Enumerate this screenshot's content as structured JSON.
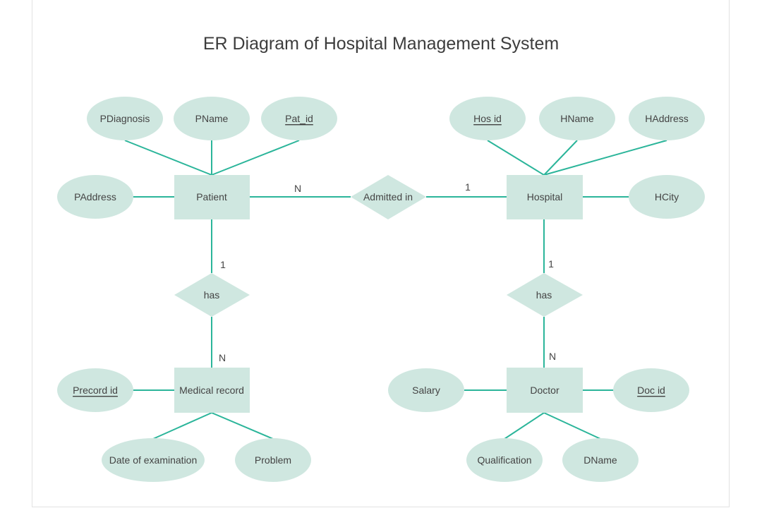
{
  "title": "ER Diagram of Hospital Management System",
  "colors": {
    "shape_fill": "#cfe7e0",
    "line": "#2bb59a",
    "text": "#444444"
  },
  "entities": {
    "patient": "Patient",
    "hospital": "Hospital",
    "medical_record": "Medical record",
    "doctor": "Doctor"
  },
  "relationships": {
    "admitted_in": "Admitted in",
    "patient_has": "has",
    "hospital_has": "has"
  },
  "attributes": {
    "pdiagnosis": "PDiagnosis",
    "pname": "PName",
    "pat_id": "Pat_id",
    "paddress": "PAddress",
    "hos_id": "Hos id",
    "hname": "HName",
    "haddress": "HAddress",
    "hcity": "HCity",
    "precord_id": "Precord id",
    "date_of_examination": "Date of examination",
    "problem": "Problem",
    "salary": "Salary",
    "doc_id": "Doc id",
    "qualification": "Qualification",
    "dname": "DName"
  },
  "cardinalities": {
    "patient_admitted": "N",
    "hospital_admitted": "1",
    "patient_has": "1",
    "record_has": "N",
    "hospital_has": "1",
    "doctor_has": "N"
  }
}
